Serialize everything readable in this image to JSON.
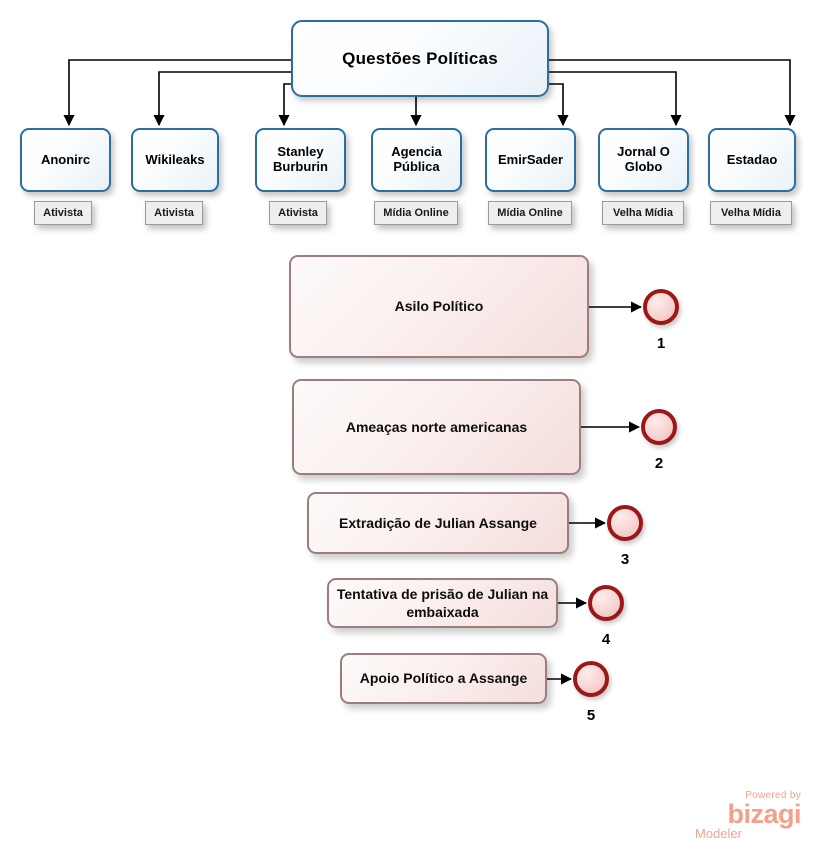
{
  "diagram": {
    "title": "Questões Políticas",
    "root": {
      "label": "Questões Políticas"
    },
    "actors": [
      {
        "label": "Anonirc",
        "tag": "Ativista"
      },
      {
        "label": "Wikileaks",
        "tag": "Ativista"
      },
      {
        "label": "Stanley Burburin",
        "tag": "Ativista"
      },
      {
        "label": "Agencia Pública",
        "tag": "Mídia Online"
      },
      {
        "label": "EmirSader",
        "tag": "Mídia Online"
      },
      {
        "label": "Jornal O Globo",
        "tag": "Velha Mídia"
      },
      {
        "label": "Estadao",
        "tag": "Velha Mídia"
      }
    ],
    "topics": [
      {
        "label": "Asilo Político",
        "number": "1"
      },
      {
        "label": "Ameaças norte americanas",
        "number": "2"
      },
      {
        "label": "Extradição de Julian Assange",
        "number": "3"
      },
      {
        "label": "Tentativa de prisão de Julian na embaixada",
        "number": "4"
      },
      {
        "label": "Apoio Político a Assange",
        "number": "5"
      }
    ]
  },
  "watermark": {
    "powered": "Powered by",
    "brand": "bizagi",
    "product": "Modeler"
  },
  "colors": {
    "node_border_blue": "#2b6f9c",
    "node_border_pink": "#9d7d7d",
    "end_event_border": "#9b1818",
    "tag_border": "#9a9a9a",
    "connector": "#000000",
    "watermark": "#f3a18c"
  }
}
